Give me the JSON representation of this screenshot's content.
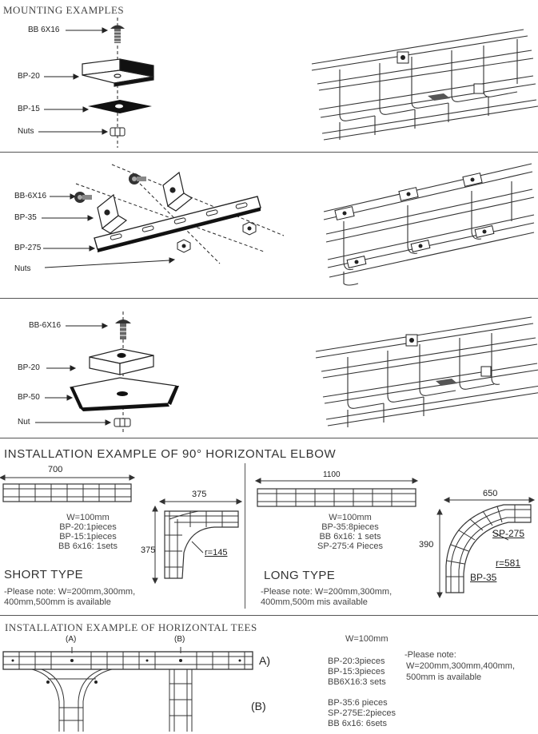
{
  "section1": {
    "title": "MOUNTING EXAMPLES",
    "labels": [
      "BB 6X16",
      "BP-20",
      "BP-15",
      "Nuts"
    ]
  },
  "section2": {
    "labels": [
      "BB-6X16",
      "BP-35",
      "BP-275",
      "Nuts"
    ]
  },
  "section3": {
    "labels": [
      "BB-6X16",
      "BP-20",
      "BP-50",
      "Nut"
    ]
  },
  "elbow": {
    "title": "INSTALLATION  EXAMPLE OF 90°  HORIZONTAL ELBOW",
    "short": {
      "length_label": "700",
      "specs": [
        "W=100mm",
        "BP-20:1pieces",
        "BP-15:1pieces",
        "BB 6x16:  1sets"
      ],
      "dim_width": "375",
      "dim_height": "375",
      "radius": "r=145",
      "type_title": "SHORT TYPE",
      "note_line1": "-Please note:  W=200mm,300mm,",
      "note_line2": "400mm,500mm is available"
    },
    "long": {
      "length_label": "1100",
      "specs": [
        "W=100mm",
        "BP-35:8pieces",
        "BB 6x16: 1 sets",
        "SP-275:4 Pieces"
      ],
      "dim_width": "650",
      "dim_height": "390",
      "part_top": "SP-275",
      "radius": "r=581",
      "part_bottom": "BP-35",
      "type_title": "LONG TYPE",
      "note_line1": "-Please note:  W=200mm,300mm,",
      "note_line2": "400mm,500m  mis available"
    }
  },
  "tees": {
    "title": "INSTALLATION   EXAMPLE OF   HORIZONTAL TEES",
    "label_a_top": "(A)",
    "label_b_top": "(B)",
    "label_a_right": "A)",
    "label_b": "(B)",
    "width": "W=100mm",
    "specs_a": [
      "BP-20:3pieces",
      "BP-15:3pieces",
      "BB6X16:3 sets"
    ],
    "note": [
      "-Please note:",
      "W=200mm,300mm,400mm,",
      "500mm is available"
    ],
    "specs_b": [
      "BP-35:6 pieces",
      "SP-275E:2pieces",
      "BB 6x16:  6sets"
    ]
  }
}
